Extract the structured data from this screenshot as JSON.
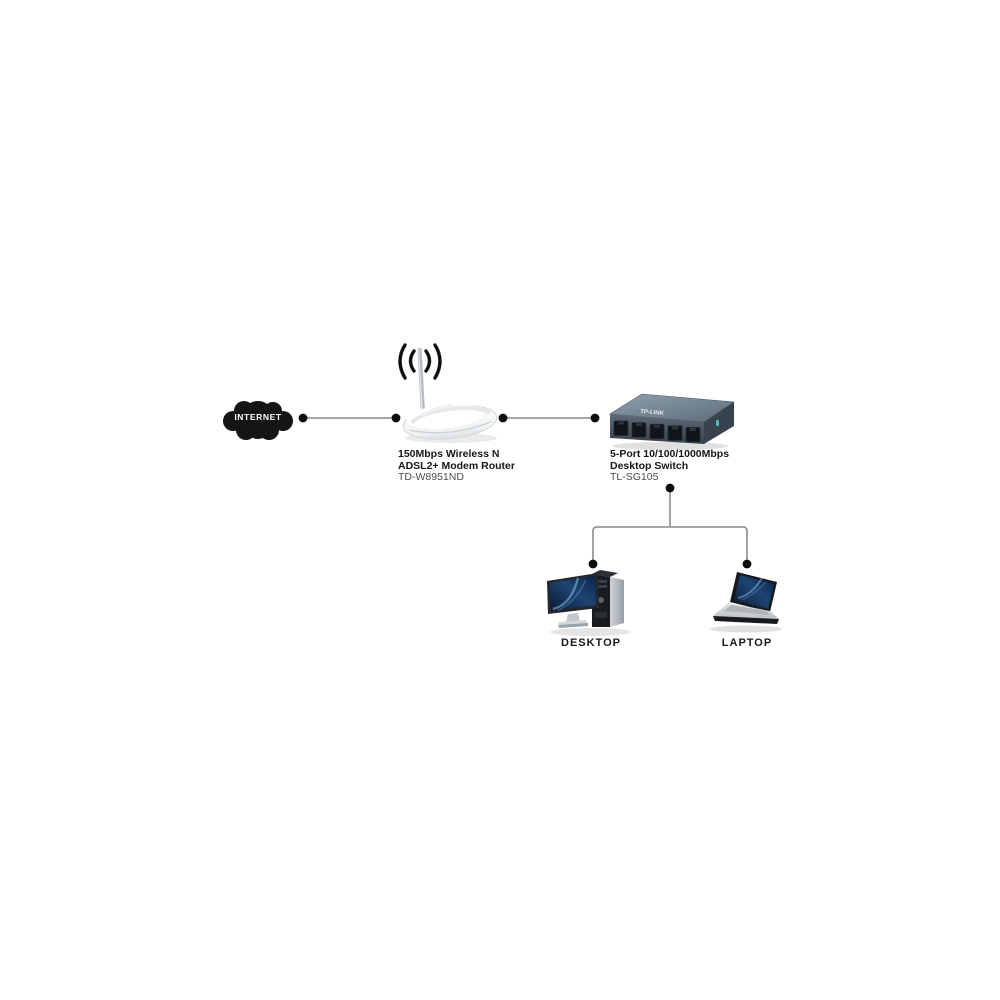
{
  "diagram": {
    "colors": {
      "background": "#ffffff",
      "line": "#8a8a8a",
      "dot": "#0d0d0d",
      "cloud": "#151515",
      "label_text": "#161616",
      "model_text": "#4d4d4d",
      "switch_body": "#5d6c7b",
      "screen_blue": "#1d4473"
    },
    "internet": {
      "label": "INTERNET"
    },
    "router": {
      "line1": "150Mbps Wireless N",
      "line2": "ADSL2+ Modem Router",
      "model": "TD-W8951ND"
    },
    "switch": {
      "line1": "5-Port 10/100/1000Mbps",
      "line2": "Desktop Switch",
      "model": "TL-SG105",
      "brand": "TP-LINK",
      "port_count": "5"
    },
    "desktop": {
      "label": "DESKTOP"
    },
    "laptop": {
      "label": "LAPTOP"
    }
  }
}
